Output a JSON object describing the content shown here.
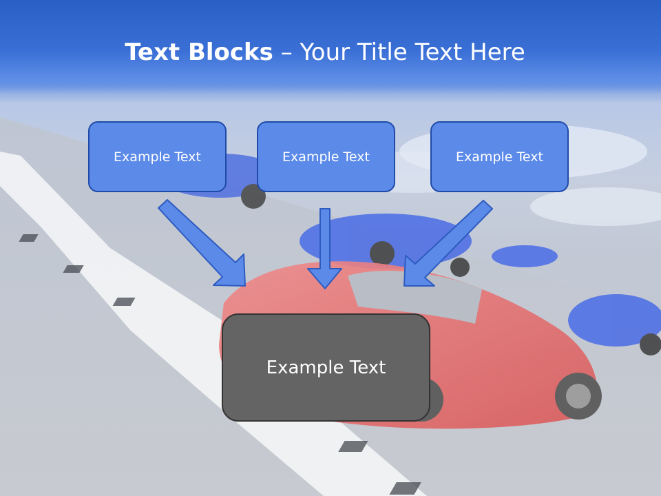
{
  "slide": {
    "title_bold": "Text Blocks",
    "title_dash": " – ",
    "title_rest": "Your Title Text Here"
  },
  "blocks": [
    {
      "label": "Example Text"
    },
    {
      "label": "Example Text"
    },
    {
      "label": "Example Text"
    }
  ],
  "result": {
    "label": "Example Text"
  },
  "colors": {
    "title_band": "#2a5fc6",
    "block_fill": "#5b8ae8",
    "block_border": "#1f4aa8",
    "result_fill": "#646464"
  }
}
